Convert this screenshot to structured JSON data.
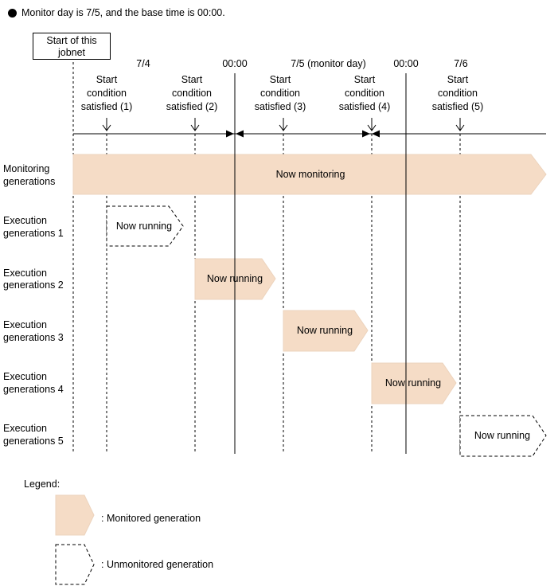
{
  "header": {
    "note": "Monitor day is 7/5, and the base time is 00:00."
  },
  "jobnet_start": {
    "line1": "Start of this",
    "line2": "jobnet"
  },
  "dates": [
    {
      "id": "d74",
      "text": "7/4"
    },
    {
      "id": "m1",
      "text": "00:00"
    },
    {
      "id": "d75",
      "text": "7/5 (monitor day)"
    },
    {
      "id": "m2",
      "text": "00:00"
    },
    {
      "id": "d76",
      "text": "7/6"
    }
  ],
  "conditions": [
    {
      "line1": "Start",
      "line2": "condition",
      "line3": "satisfied (1)"
    },
    {
      "line1": "Start",
      "line2": "condition",
      "line3": "satisfied (2)"
    },
    {
      "line1": "Start",
      "line2": "condition",
      "line3": "satisfied (3)"
    },
    {
      "line1": "Start",
      "line2": "condition",
      "line3": "satisfied (4)"
    },
    {
      "line1": "Start",
      "line2": "condition",
      "line3": "satisfied (5)"
    }
  ],
  "rows": [
    {
      "line1": "Monitoring",
      "line2": "generations",
      "bar": "Now monitoring",
      "style": "monitored"
    },
    {
      "line1": "Execution",
      "line2": "generations 1",
      "bar": "Now running",
      "style": "unmonitored"
    },
    {
      "line1": "Execution",
      "line2": "generations 2",
      "bar": "Now running",
      "style": "monitored"
    },
    {
      "line1": "Execution",
      "line2": "generations 3",
      "bar": "Now running",
      "style": "monitored"
    },
    {
      "line1": "Execution",
      "line2": "generations 4",
      "bar": "Now running",
      "style": "monitored"
    },
    {
      "line1": "Execution",
      "line2": "generations 5",
      "bar": "Now running",
      "style": "unmonitored"
    }
  ],
  "legend": {
    "title": "Legend:",
    "monitored": ": Monitored generation",
    "unmonitored": ": Unmonitored generation"
  },
  "colors": {
    "monitored_fill": "#f5dcc6",
    "monitored_stroke": "#e8cfb8",
    "line": "#000000"
  }
}
